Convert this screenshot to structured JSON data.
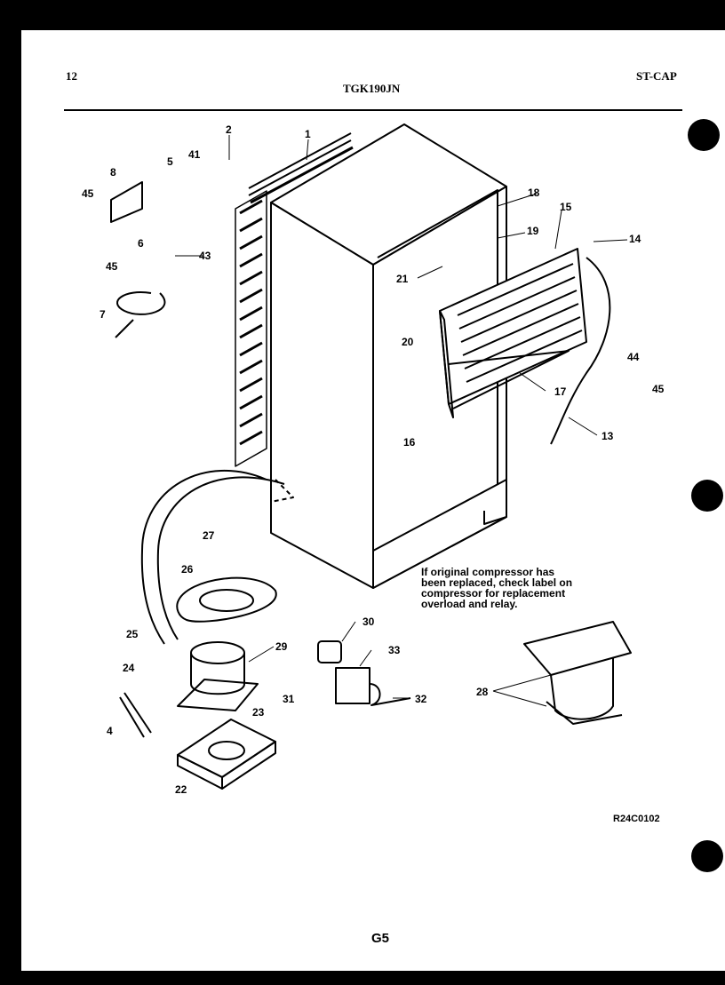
{
  "header": {
    "page_number": "12",
    "model": "TGK190JN",
    "section": "ST-CAP"
  },
  "callouts": [
    "1",
    "2",
    "4",
    "5",
    "6",
    "7",
    "8",
    "13",
    "14",
    "15",
    "16",
    "17",
    "18",
    "19",
    "20",
    "21",
    "22",
    "23",
    "24",
    "25",
    "26",
    "27",
    "28",
    "29",
    "30",
    "31",
    "32",
    "33",
    "41",
    "43",
    "44",
    "45"
  ],
  "note": {
    "lines": [
      "If original compressor has",
      "been replaced, check label on",
      "compressor for replacement",
      "overload and relay."
    ]
  },
  "drawing_code": "R24C0102",
  "footer": {
    "page_code": "G5"
  }
}
